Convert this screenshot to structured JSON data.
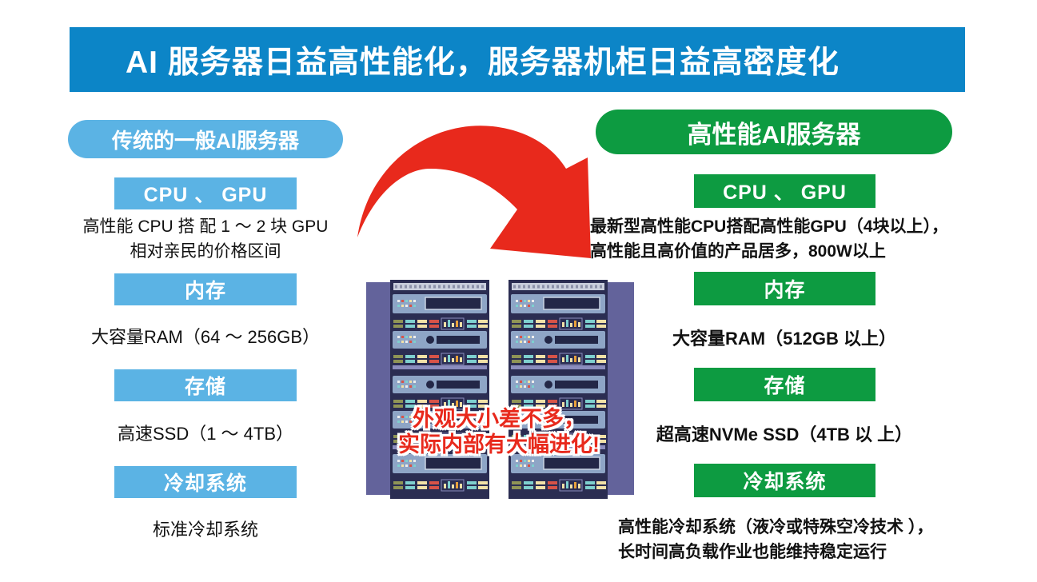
{
  "slide": {
    "title": "AI 服务器日益高性能化，服务器机柜日益高密度化"
  },
  "left_column": {
    "header": "传统的一般AI服务器",
    "sections": [
      {
        "label": "CPU 、 GPU",
        "description": "高性能 CPU 搭 配 1 ～ 2 块 GPU\n相对亲民的价格区间"
      },
      {
        "label": "内存",
        "description": "大容量RAM（64 ～ 256GB）"
      },
      {
        "label": "存储",
        "description": "高速SSD（1 ～ 4TB）"
      },
      {
        "label": "冷却系统",
        "description": "标准冷却系统"
      }
    ]
  },
  "right_column": {
    "header": "高性能AI服务器",
    "sections": [
      {
        "label": "CPU 、 GPU",
        "description": "最新型高性能CPU搭配高性能GPU（4块以上），\n高性能且高价值的产品居多，800W以上"
      },
      {
        "label": "内存",
        "description": "大容量RAM（512GB 以上）"
      },
      {
        "label": "存储",
        "description": "超高速NVMe SSD（4TB 以 上）"
      },
      {
        "label": "冷却系统",
        "description": "高性能冷却系统（液冷或特殊空冷技术 ），\n长时间高负载作业也能维持稳定运行"
      }
    ]
  },
  "center": {
    "callout": "外观大小差不多，\n实际内部有大幅进化!",
    "illustration": "server-racks"
  },
  "colors": {
    "banner-blue": "#0C85C7",
    "light-blue": "#5BB3E4",
    "green": "#0D9B41",
    "red": "#E8291C"
  }
}
